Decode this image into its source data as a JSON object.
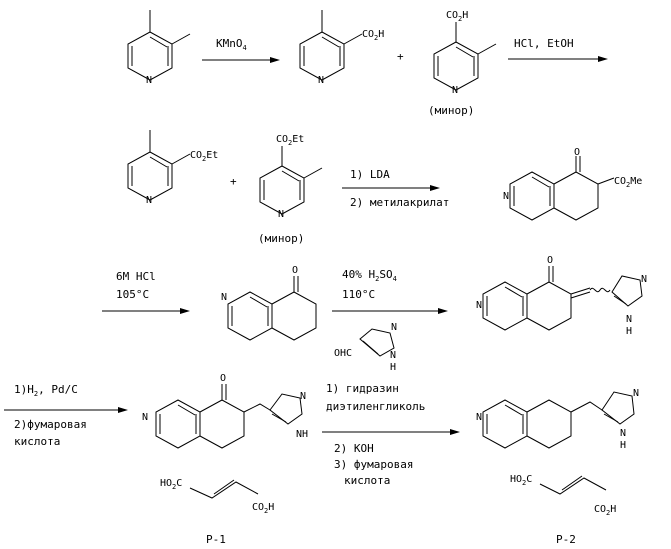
{
  "atoms": {
    "N": "N",
    "O": "O",
    "NH": "NH",
    "H": "H",
    "OHC": "OHC"
  },
  "groups": {
    "co2h": "CO",
    "co2h_2": "2",
    "co2h_h": "H",
    "co2et": "CO",
    "co2et_2": "2",
    "co2et_et": "Et",
    "co2me": "CO",
    "co2me_2": "2",
    "co2me_me": "Me",
    "ho2c": "HO",
    "ho2c_2": "2",
    "ho2c_c": "C"
  },
  "steps": {
    "s1": {
      "reagent": "KMnO",
      "reagent_sub": "4"
    },
    "s2": {
      "reagent": "HCl, EtOH"
    },
    "s3": {
      "line1": "1) LDA",
      "line2": "2) метилакрилат"
    },
    "s4": {
      "line1": "6M HCl",
      "line2": "105°C"
    },
    "s5": {
      "line1a": "40% H",
      "line1sub": "2",
      "line1b": "SO",
      "line1sub2": "4",
      "line2": "110°C"
    },
    "s6": {
      "line1a": "1)H",
      "line1sub": "2",
      "line1b": ", Pd/C",
      "line2": "2)фумаровая",
      "line3": "кислота"
    },
    "s7": {
      "line1": "1) гидразин",
      "line2": "диэтиленгликоль",
      "line3": "2) KOH",
      "line4": "3) фумаровая",
      "line5": "кислота"
    }
  },
  "labels": {
    "minor1": "(минор)",
    "minor2": "(минор)",
    "plus": "+",
    "p1": "P-1",
    "p2": "P-2"
  }
}
